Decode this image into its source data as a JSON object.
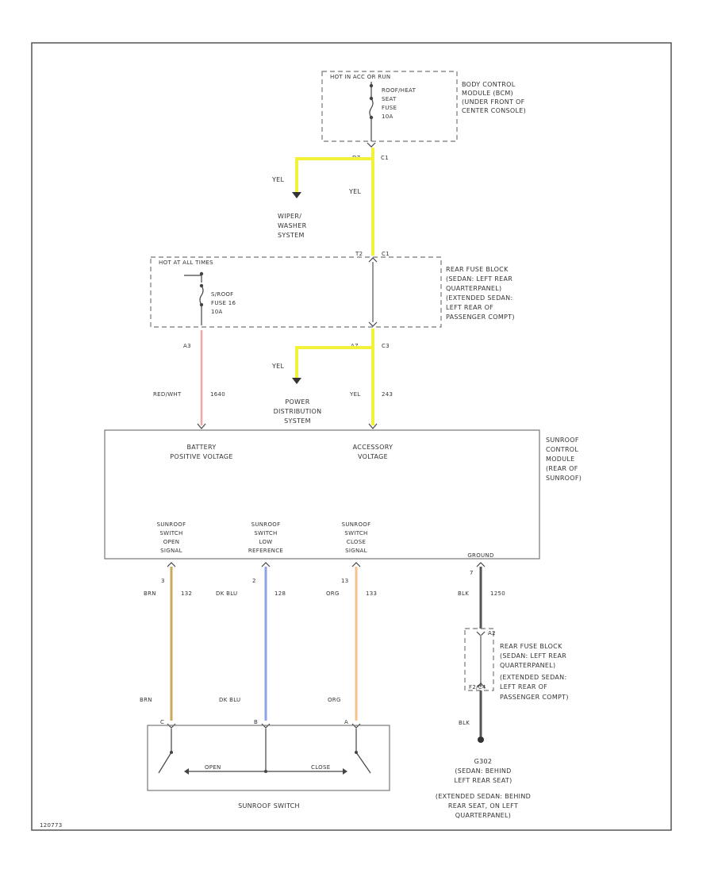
{
  "diagram_id": "120773",
  "colors": {
    "yel": "#f2f23a",
    "red_wht": "#f4a6a6",
    "brn": "#c8a85a",
    "dk_blu": "#8fa2e8",
    "org": "#f8c08a",
    "blk": "#555555",
    "gray": "#999999"
  },
  "bcm": {
    "hot_label": "HOT IN ACC OR RUN",
    "fuse_label": [
      "ROOF/HEAT",
      "SEAT",
      "FUSE",
      "10A"
    ],
    "desc": [
      "BODY CONTROL",
      "MODULE (BCM)",
      "(UNDER FRONT OF",
      "CENTER CONSOLE)"
    ],
    "pin_left": "D7",
    "pin_right": "C1"
  },
  "wiper_branch": {
    "wire": "YEL",
    "dest": [
      "WIPER/",
      "WASHER",
      "SYSTEM"
    ]
  },
  "main_feed_wire": "YEL",
  "rear_fuse": {
    "hot_label": "HOT AT ALL TIMES",
    "fuse_label": [
      "S/ROOF",
      "FUSE 16",
      "10A"
    ],
    "desc": [
      "REAR FUSE BLOCK",
      "(SEDAN: LEFT REAR",
      "QUARTERPANEL)",
      "(EXTENDED SEDAN:",
      "LEFT REAR OF",
      "PASSENGER COMPT)"
    ],
    "pin_top_left": "T2",
    "pin_top_right": "C1",
    "pin_bottom_left": "A7",
    "pin_bottom_right": "C3",
    "pin_fuse_out": "A3"
  },
  "power_branch": {
    "wire": "YEL",
    "dest": [
      "POWER",
      "DISTRIBUTION",
      "SYSTEM"
    ]
  },
  "battery_wire": {
    "color": "RED/WHT",
    "circuit": "1640"
  },
  "accessory_wire": {
    "color": "YEL",
    "circuit": "243"
  },
  "module": {
    "battery_label": [
      "BATTERY",
      "POSITIVE VOLTAGE"
    ],
    "accessory_label": [
      "ACCESSORY",
      "VOLTAGE"
    ],
    "desc": [
      "SUNROOF",
      "CONTROL",
      "MODULE",
      "(REAR OF",
      "SUNROOF)"
    ],
    "open_label": [
      "SUNROOF",
      "SWITCH",
      "OPEN",
      "SIGNAL"
    ],
    "low_label": [
      "SUNROOF",
      "SWITCH",
      "LOW",
      "REFERENCE"
    ],
    "close_label": [
      "SUNROOF",
      "SWITCH",
      "CLOSE",
      "SIGNAL"
    ],
    "ground_label": "GROUND"
  },
  "open_wire": {
    "pin": "3",
    "color": "BRN",
    "circuit": "132",
    "color_lower": "BRN",
    "sw_pin": "C"
  },
  "low_wire": {
    "pin": "2",
    "color": "DK BLU",
    "circuit": "128",
    "color_lower": "DK BLU",
    "sw_pin": "B"
  },
  "close_wire": {
    "pin": "13",
    "color": "ORG",
    "circuit": "133",
    "color_lower": "ORG",
    "sw_pin": "A"
  },
  "ground_wire": {
    "pin": "7",
    "color": "BLK",
    "circuit": "1250",
    "pin_a": "A2",
    "pin_b": "F2/C4",
    "color_lower": "BLK"
  },
  "ground_block_desc": [
    "REAR FUSE BLOCK",
    "(SEDAN: LEFT REAR",
    "QUARTERPANEL)",
    "(EXTENDED SEDAN:",
    "LEFT REAR OF",
    "PASSENGER COMPT)"
  ],
  "ground_point": [
    "G302",
    "(SEDAN: BEHIND",
    "LEFT REAR SEAT)",
    "(EXTENDED SEDAN: BEHIND",
    "REAR SEAT, ON LEFT",
    "QUARTERPANEL)"
  ],
  "switch": {
    "open_label": "OPEN",
    "close_label": "CLOSE",
    "name": "SUNROOF SWITCH"
  }
}
